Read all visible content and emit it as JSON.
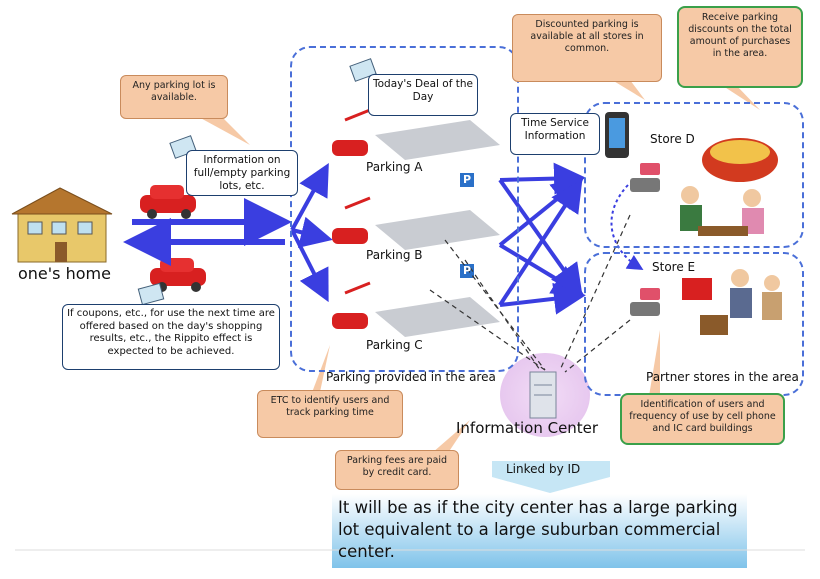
{
  "callouts": {
    "any_lot": "Any parking lot is available.",
    "discount_common": "Discounted parking is available at all stores in common.",
    "receive_discounts": "Receive parking discounts on the total amount of purchases in the area.",
    "etc": "ETC to identify users and track parking time",
    "identification": "Identification of users and frequency of use by cell phone and IC card buildings",
    "fees_credit": "Parking fees are paid by credit card."
  },
  "notes": {
    "info_lots": "Information on full/empty parking lots, etc.",
    "todays_deal": "Today's Deal of the Day",
    "time_service": "Time Service Information",
    "coupons": "If coupons, etc., for use the next time are offered based on the day's shopping results, etc., the Rippito effect is expected to be achieved."
  },
  "labels": {
    "home": "one's home",
    "parking_a": "Parking A",
    "parking_b": "Parking B",
    "parking_c": "Parking C",
    "parking_area": "Parking provided in the area",
    "store_d": "Store D",
    "store_e": "Store E",
    "partner_stores": "Partner stores in the area",
    "info_center": "Information Center",
    "linked_by_id": "Linked by ID",
    "parking_sign": "P"
  },
  "banner": {
    "text": "It will be as if the city center has a large parking lot equivalent to a large suburban commercial center."
  },
  "colors": {
    "arrow": "#3a3ee0",
    "dash": "#4a6fd8",
    "callout_fill": "#f6c9a6",
    "green_border": "#3aa04a",
    "banner_top": "#ffffff",
    "banner_bottom": "#7fc3ea"
  }
}
